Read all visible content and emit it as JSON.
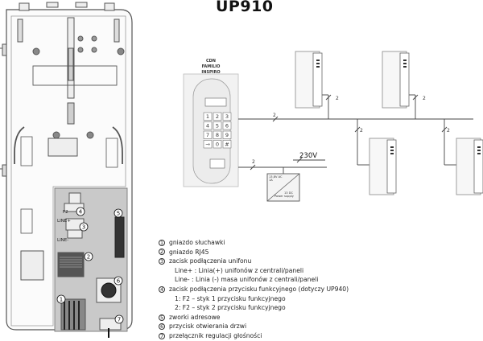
{
  "title": "UP910",
  "panel_labels": {
    "brand_line1": "CDN",
    "brand_line2": "FAMILIO",
    "brand_line3": "INSPIRO",
    "keypad": [
      "1",
      "2",
      "3",
      "4",
      "5",
      "6",
      "7",
      "8",
      "9",
      "⊸",
      "0",
      "#"
    ]
  },
  "wire_count": "2",
  "mains_label": "230V",
  "power_supply": {
    "line1": "13,8V AC",
    "line2": "1A",
    "line3": "13 DC",
    "line4": "Power supply"
  },
  "board_markers": {
    "f2": "F2",
    "line_plus": "LINE+",
    "line_minus": "LINE-",
    "m1": "1",
    "m2": "2",
    "m3": "3",
    "m4": "4",
    "m5": "5",
    "m6": "6",
    "m7": "7"
  },
  "legend": {
    "items": [
      {
        "num": "1",
        "text": "gniazdo słuchawki"
      },
      {
        "num": "2",
        "text": "gniazdo RJ45"
      },
      {
        "num": "3",
        "text": "zacisk podłączenia unifonu"
      },
      {
        "num": "4",
        "text": "zacisk podłączenia przycisku funkcyjnego (dotyczy UP940)"
      },
      {
        "num": "5",
        "text": "zworki adresowe"
      },
      {
        "num": "6",
        "text": "przycisk otwierania drzwi"
      },
      {
        "num": "7",
        "text": "przełącznik regulacji głośności"
      }
    ],
    "sub3": [
      "Line+ : Linia(+) unifonów z centrali/paneli",
      "Line-  : Linia (-) masa unifonów z centrali/paneli"
    ],
    "sub4": [
      "1: F2 – styk 1 przycisku funkcyjnego",
      "2: F2 – styk 2 przycisku funkcyjnego"
    ]
  }
}
